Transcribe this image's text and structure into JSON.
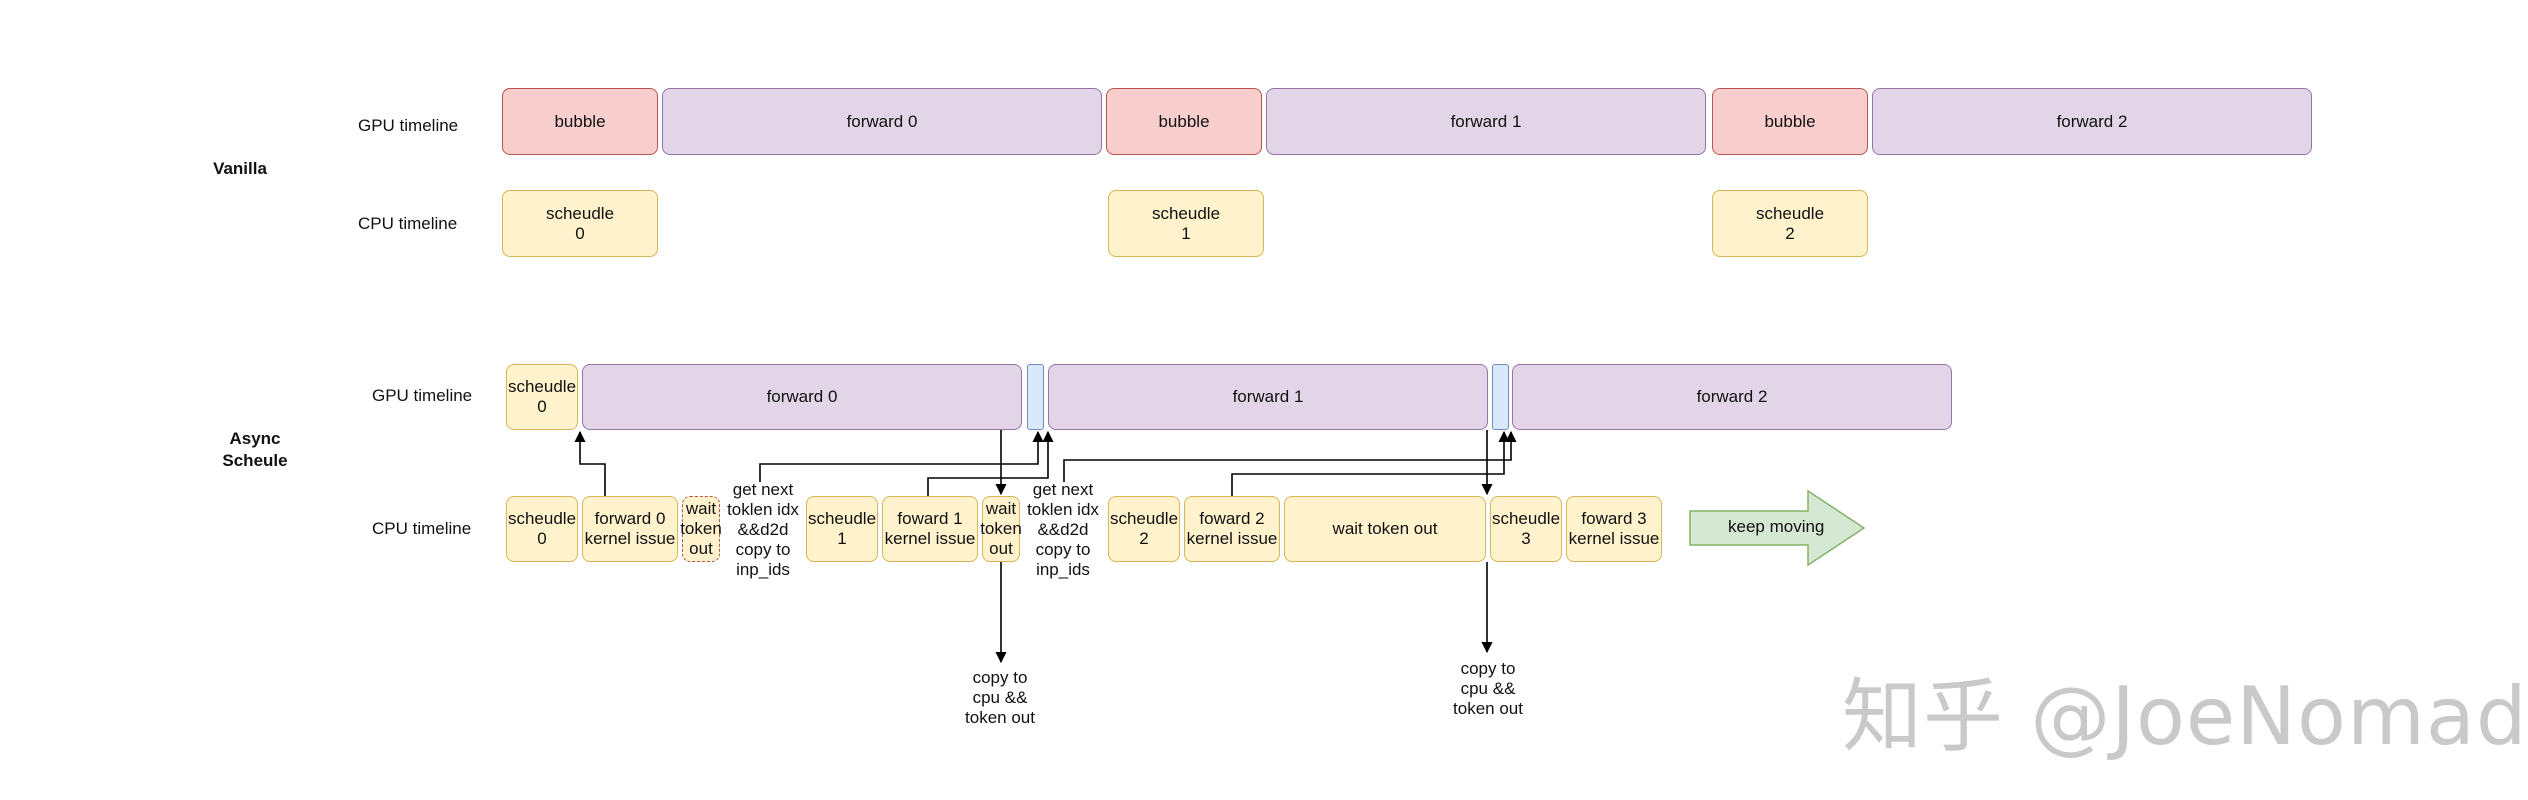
{
  "vanilla": {
    "title": "Vanilla",
    "gpu_label": "GPU timeline",
    "cpu_label": "CPU timeline",
    "gpu_blocks": [
      "bubble",
      "forward 0",
      "bubble",
      "forward 1",
      "bubble",
      "forward 2"
    ],
    "cpu_blocks": [
      "scheudle\n0",
      "scheudle\n1",
      "scheudle\n2"
    ]
  },
  "async": {
    "title": "Async\nScheule",
    "gpu_label": "GPU timeline",
    "cpu_label": "CPU timeline",
    "gpu_blocks": [
      "scheudle\n0",
      "forward 0",
      "forward 1",
      "forward 2"
    ],
    "cpu_blocks": [
      "scheudle\n0",
      "forward 0\nkernel issue",
      "wait\ntoken\nout",
      "get next\ntoklen idx\n&&d2d\ncopy to\ninp_ids",
      "scheudle\n1",
      "foward 1\nkernel issue",
      "wait\ntoken\nout",
      "get next\ntoklen idx\n&&d2d\ncopy to\ninp_ids",
      "scheudle\n2",
      "foward 2\nkernel issue",
      "wait token out",
      "scheudle\n3",
      "foward 3\nkernel issue"
    ],
    "keep_moving": "keep moving",
    "copy_notes": [
      "copy to\ncpu &&\ntoken out",
      "copy to\ncpu &&\ntoken out"
    ]
  },
  "watermark": "知乎 @JoeNomad",
  "colors": {
    "bubble_fill": "#f8cecc",
    "forward_fill": "#e1d5e7",
    "schedule_fill": "#fff2cc",
    "sync_fill": "#dae8fc",
    "arrow_fill": "#d5e8d4"
  }
}
